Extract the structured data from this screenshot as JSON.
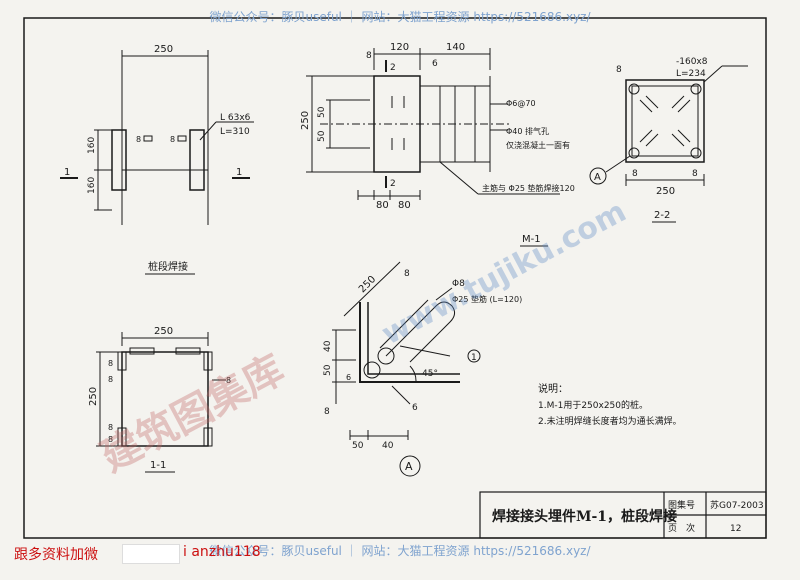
{
  "watermark_top": "微信公众号：豚贝useful ｜ 网站：大猫工程资源 https://521686.xyz/",
  "watermark_bottom": "微信公众号：豚贝useful ｜ 网站：大猫工程资源 https://521686.xyz/",
  "watermark_diag_cn": "建筑图集库",
  "watermark_diag_url": "www.tujiku.com",
  "footer": {
    "contact_label": "跟多资料加微",
    "contact_id": "i anzhu118"
  },
  "title_block": {
    "title": "焊接接头埋件M-1，桩段焊接",
    "atlas_label": "图集号",
    "atlas_value": "苏G07-2003",
    "page_label": "页　次",
    "page_value": "12"
  },
  "colors": {
    "line": "#1a1a1a",
    "watermark_blue": "#5d8ac7",
    "watermark_red": "#c06666",
    "contact_red": "#cc1010"
  },
  "views": {
    "elevation": {
      "caption": "桩段焊接",
      "dim_width": "250",
      "dim_160_top": "160",
      "dim_160_bot": "160",
      "angle_label": "L 63x6",
      "angle_length": "L=310",
      "weld_1": "8",
      "weld_2": "8",
      "section_mark_left": "1",
      "section_mark_right": "1"
    },
    "m1": {
      "caption": "M-1",
      "dim_120": "120",
      "dim_140": "140",
      "dim_250": "250",
      "dim_50a": "50",
      "dim_50b": "50",
      "dim_80a": "80",
      "dim_80b": "80",
      "weld_8": "8",
      "weld_6": "6",
      "mesh": "Φ6@70",
      "vent": "Φ40 排气孔",
      "vent_note": "仅浇混凝土一面有",
      "rebar_note": "主筋与 Φ25 垫筋焊接120",
      "sec_mark_top": "2",
      "sec_mark_bot": "2"
    },
    "section_2_2": {
      "caption": "2-2",
      "plate": "-160x8",
      "plate_length": "L=234",
      "weld_8_top": "8",
      "weld_8_left": "8",
      "weld_8_right": "8",
      "dim_250": "250",
      "detail_ref": "A"
    },
    "section_1_1": {
      "caption": "1-1",
      "dim_250_top": "250",
      "dim_250_left": "250",
      "weld_8a": "8",
      "weld_8b": "8",
      "weld_8c": "8",
      "weld_8d": "8",
      "weld_8e": "8"
    },
    "detail_A": {
      "caption": "A",
      "label_8": "8",
      "bar_label": "Φ8",
      "pad_bar": "Φ25 垫筋 (L=120)",
      "angle_45": "45°",
      "ref_1": "1",
      "dim_40": "40",
      "dim_50": "50",
      "dim_8": "8",
      "dim_50b": "50",
      "dim_40b": "40",
      "weld_6": "6",
      "weld_6b": "6",
      "dim_250": "250"
    }
  },
  "notes": {
    "title": "说明：",
    "items": [
      "1.M-1用于250x250的桩。",
      "2.未注明焊缝长度者均为通长满焊。"
    ]
  }
}
